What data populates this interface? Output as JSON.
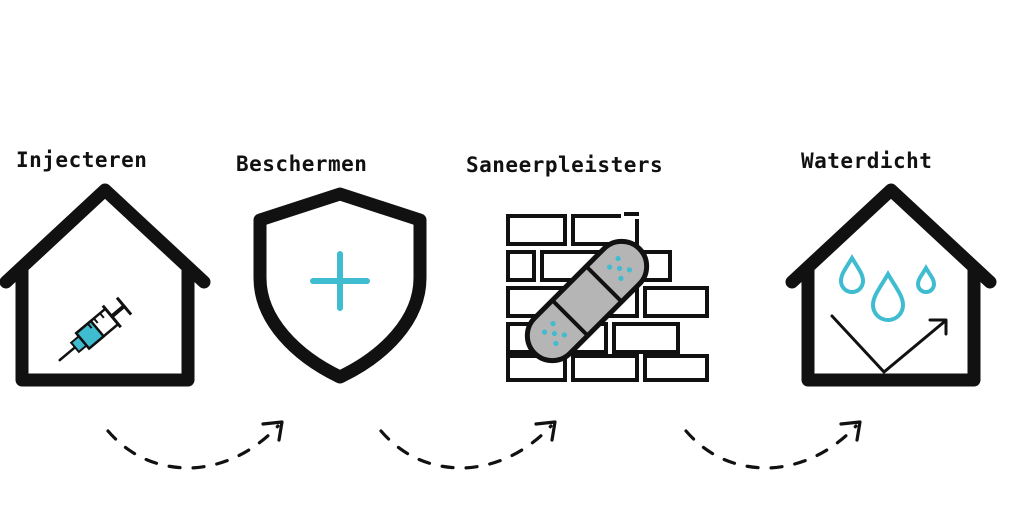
{
  "steps": [
    {
      "label": "Injecteren",
      "icon": "house-syringe-icon"
    },
    {
      "label": "Beschermen",
      "icon": "shield-plus-icon"
    },
    {
      "label": "Saneerpleisters",
      "icon": "brick-wall-bandage-icon"
    },
    {
      "label": "Waterdicht",
      "icon": "house-water-drops-icon"
    }
  ],
  "connectors": [
    "dashed-arrow-icon",
    "dashed-arrow-icon",
    "dashed-arrow-icon"
  ],
  "colors": {
    "stroke": "#111111",
    "accent": "#3fbccf",
    "bandage": "#b5b5b5",
    "background": "#ffffff"
  }
}
